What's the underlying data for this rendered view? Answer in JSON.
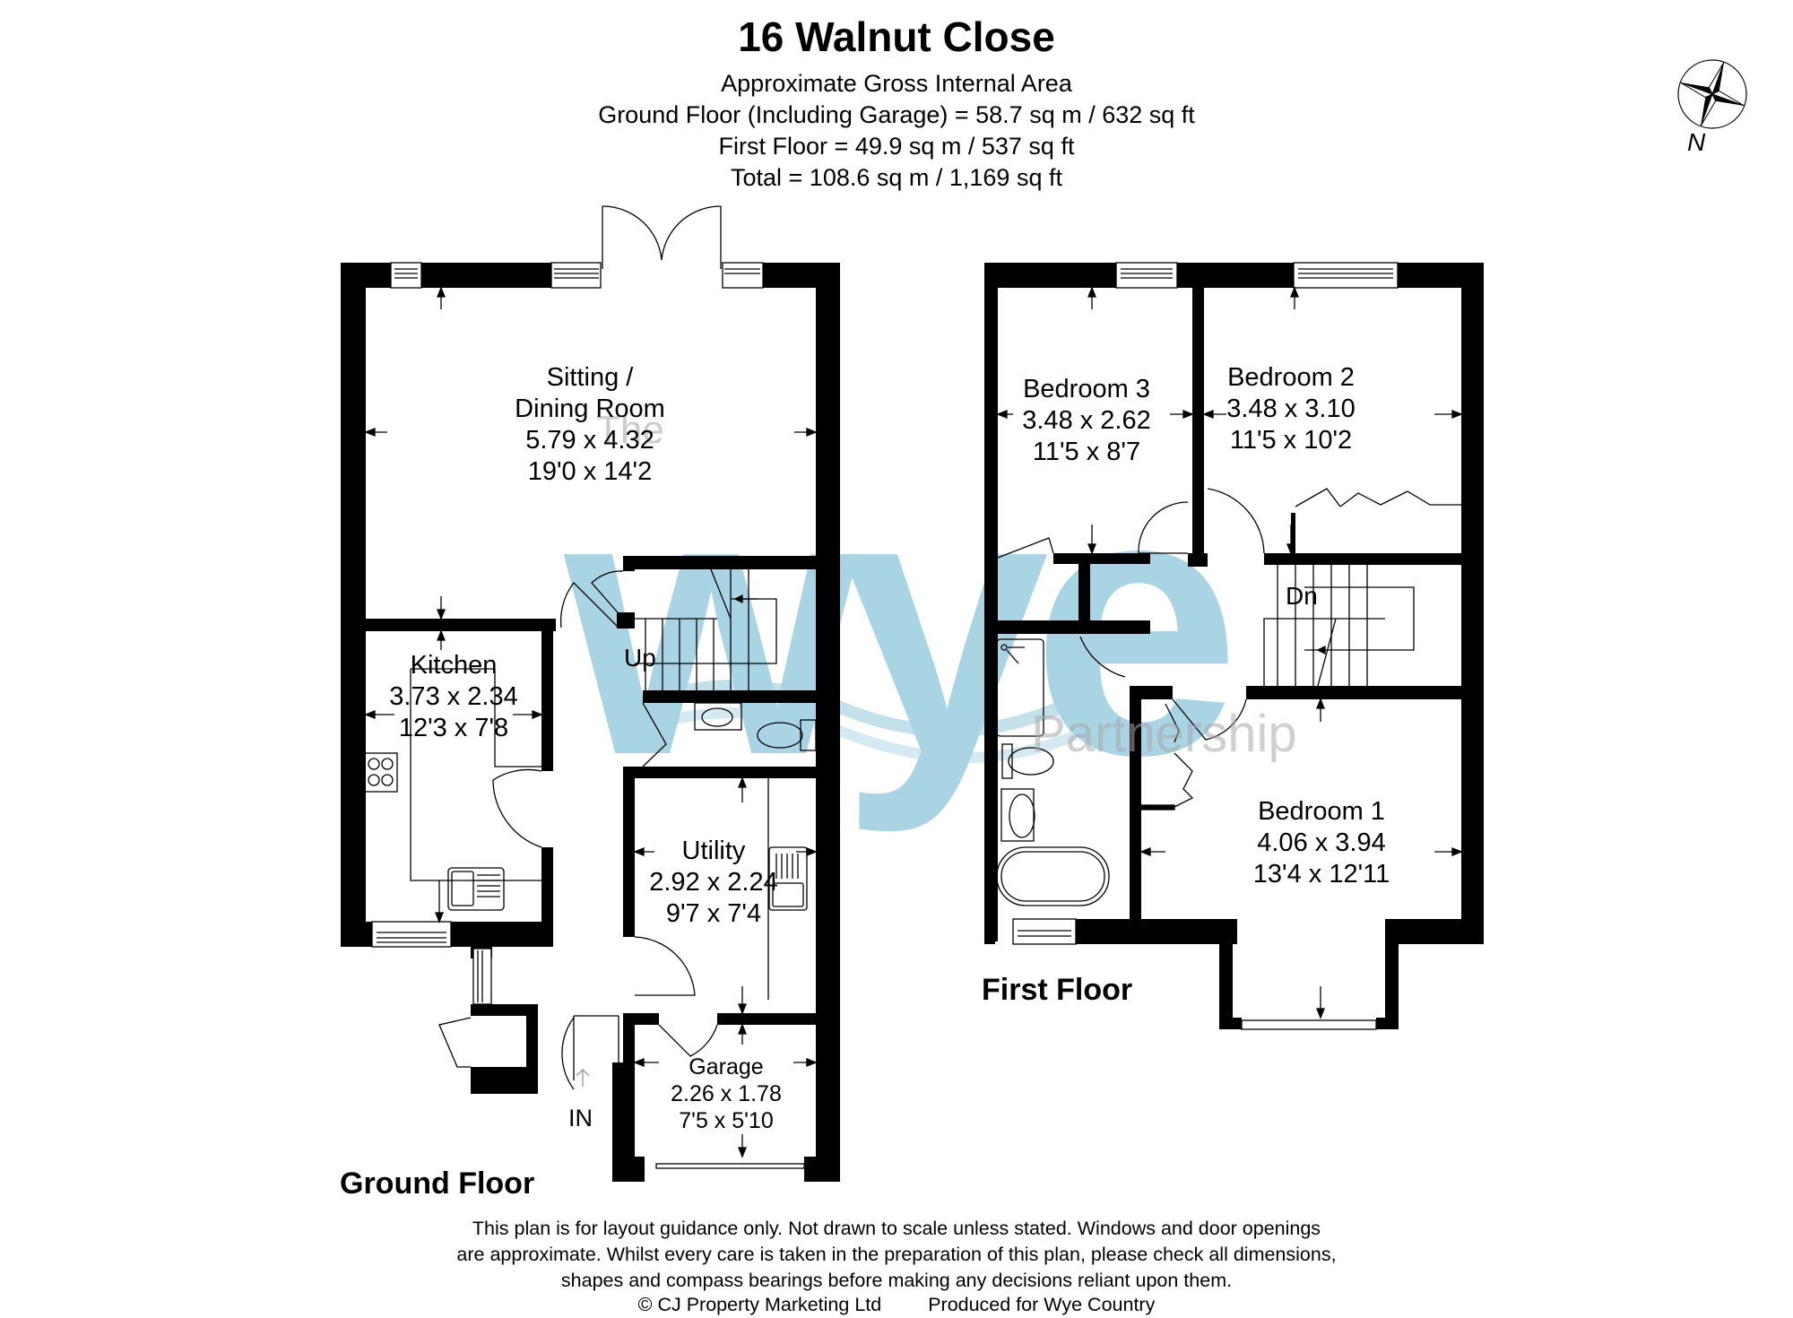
{
  "header": {
    "title": "16 Walnut Close",
    "area_heading": "Approximate Gross Internal Area",
    "ground_floor_area": "Ground Floor (Including Garage) = 58.7 sq m / 632 sq ft",
    "first_floor_area": "First Floor = 49.9 sq m / 537 sq ft",
    "total_area": "Total = 108.6 sq m / 1,169 sq ft"
  },
  "compass": {
    "label": "N",
    "icon": "compass-rose-icon"
  },
  "ground_floor": {
    "label": "Ground Floor",
    "stairs_label": "Up",
    "entrance_label": "IN",
    "rooms": [
      {
        "name": "Sitting /",
        "name2": "Dining Room",
        "metric": "5.79 x 4.32",
        "imperial": "19'0 x 14'2"
      },
      {
        "name": "Kitchen",
        "metric": "3.73 x 2.34",
        "imperial": "12'3 x 7'8"
      },
      {
        "name": "Utility",
        "metric": "2.92 x 2.24",
        "imperial": "9'7 x 7'4"
      },
      {
        "name": "Garage",
        "metric": "2.26 x 1.78",
        "imperial": "7'5 x 5'10"
      }
    ]
  },
  "first_floor": {
    "label": "First Floor",
    "stairs_label": "Dn",
    "rooms": [
      {
        "name": "Bedroom 3",
        "metric": "3.48 x 2.62",
        "imperial": "11'5 x 8'7"
      },
      {
        "name": "Bedroom 2",
        "metric": "3.48 x 3.10",
        "imperial": "11'5 x 10'2"
      },
      {
        "name": "Bedroom 1",
        "metric": "4.06 x 3.94",
        "imperial": "13'4 x 12'11"
      }
    ]
  },
  "watermark": {
    "the": "The",
    "logo": "wye",
    "partnership": "Partnership",
    "color": "#a9d4e3"
  },
  "footer": {
    "line1": "This plan is for layout guidance only. Not drawn to scale unless stated. Windows and door openings",
    "line2": "are approximate. Whilst every care is taken in the preparation of this plan, please check all dimensions,",
    "line3": "shapes and compass bearings before making any decisions reliant upon them.",
    "copyright": "© CJ Property Marketing Ltd",
    "produced_for": "Produced for Wye Country"
  }
}
